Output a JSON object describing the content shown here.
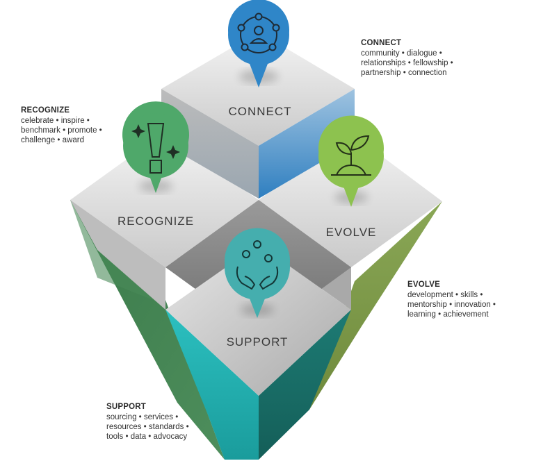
{
  "diagram": {
    "faces": {
      "connect": "CONNECT",
      "recognize": "RECOGNIZE",
      "evolve": "EVOLVE",
      "support": "SUPPORT"
    },
    "icons": {
      "connect": "network-person-icon",
      "recognize": "exclamation-sparkle-icon",
      "evolve": "sprout-icon",
      "support": "hands-juggling-icon"
    },
    "colors": {
      "connect": "#2f86c8",
      "recognize": "#4fa86a",
      "evolve": "#8dc24f",
      "support": "#45aeae",
      "green_side": "#3f7f4f",
      "olive_side": "#7f9a48",
      "teal_side": "#1aa8a8",
      "dark_teal_side": "#176b66"
    }
  },
  "callouts": {
    "connect": {
      "title": "CONNECT",
      "lines": [
        "community • dialogue •",
        "relationships • fellowship •",
        "partnership • connection"
      ]
    },
    "recognize": {
      "title": "RECOGNIZE",
      "lines": [
        "celebrate • inspire •",
        "benchmark • promote •",
        "challenge • award"
      ]
    },
    "evolve": {
      "title": "EVOLVE",
      "lines": [
        "development • skills •",
        "mentorship • innovation •",
        "learning • achievement"
      ]
    },
    "support": {
      "title": "SUPPORT",
      "lines": [
        "sourcing • services •",
        "resources • standards •",
        "tools • data • advocacy"
      ]
    }
  }
}
